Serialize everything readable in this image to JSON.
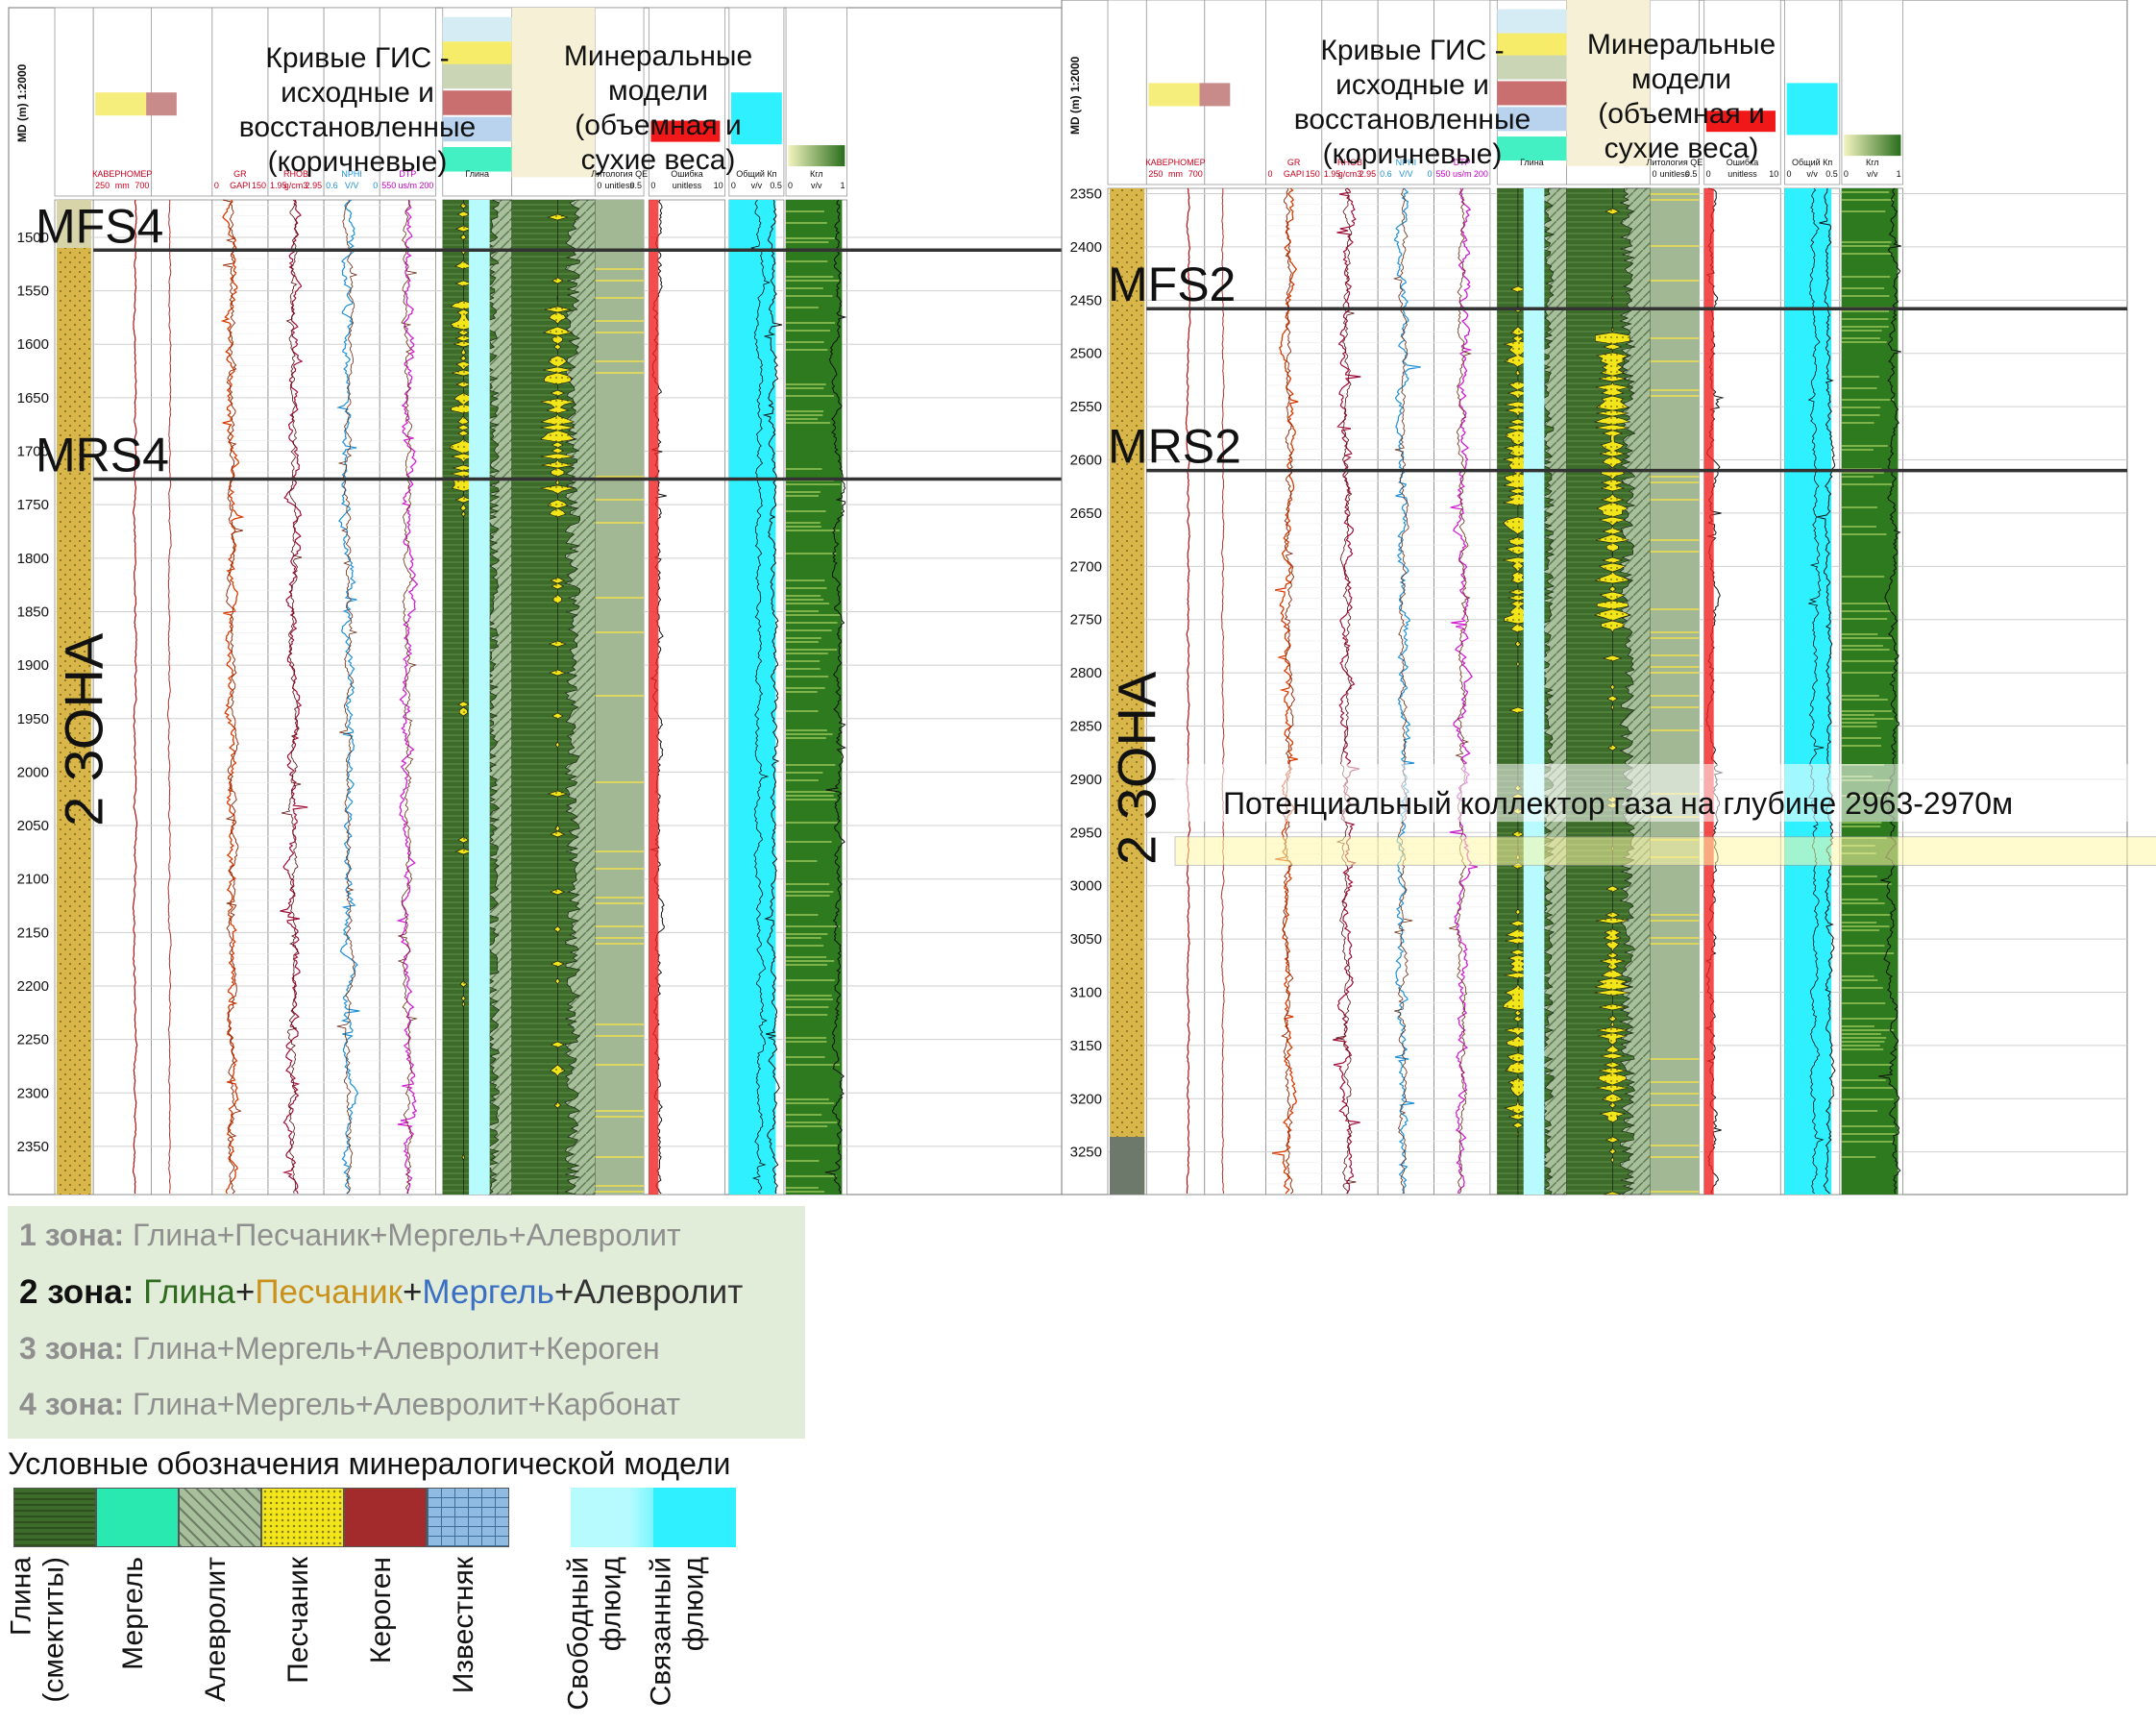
{
  "chart_data": {
    "type": "line",
    "panels": [
      {
        "id": "left",
        "depth_axis_label": "MD (m) 1:2000",
        "depth_ticks": [
          1500,
          1550,
          1600,
          1650,
          1700,
          1750,
          1800,
          1850,
          1900,
          1950,
          2000,
          2050,
          2100,
          2150,
          2200,
          2250,
          2300,
          2350
        ],
        "depth_range": [
          1465,
          2395
        ],
        "title_logs": "Кривые ГИС - исходные и восстановленные (коричневые)",
        "title_minerals": "Минеральные модели (объемная и сухие веса)",
        "markers": [
          {
            "name": "MFS4",
            "depth": 1512
          },
          {
            "name": "MRS4",
            "depth": 1726
          }
        ],
        "zone_label": "2 ЗОНА",
        "tracks": [
          {
            "header": "КАВЕРНОМЕР",
            "unit": "mm",
            "scale": [
              "250",
              "700"
            ]
          },
          {
            "header": "GR",
            "unit": "GAPI",
            "scale": [
              "0",
              "150"
            ]
          },
          {
            "header": "RHOB",
            "unit": "g/cm3",
            "scale": [
              "1.95",
              "2.95"
            ]
          },
          {
            "header": "NPHI",
            "unit": "V/V",
            "scale": [
              "0.6",
              "0"
            ]
          },
          {
            "header": "DTP",
            "unit": "us/m",
            "scale": [
              "550",
              "200"
            ]
          },
          {
            "header": "Глина",
            "unit": "",
            "scale": [
              "",
              ""
            ]
          },
          {
            "header": "Литология QE",
            "unit": "unitless",
            "scale": [
              "0",
              "0.5"
            ]
          },
          {
            "header": "Ошибка",
            "unit": "unitless",
            "scale": [
              "0",
              "10"
            ]
          },
          {
            "header": "Общий Кп",
            "unit": "v/v",
            "scale": [
              "0",
              "0.5"
            ]
          },
          {
            "header": "Кгл",
            "unit": "v/v",
            "scale": [
              "0",
              "1"
            ]
          }
        ]
      },
      {
        "id": "right",
        "depth_axis_label": "MD (m) 1:2000",
        "depth_ticks": [
          2350,
          2400,
          2450,
          2500,
          2550,
          2600,
          2650,
          2700,
          2750,
          2800,
          2850,
          2900,
          2950,
          3000,
          3050,
          3100,
          3150,
          3200,
          3250
        ],
        "depth_range": [
          2345,
          3290
        ],
        "title_logs": "Кривые ГИС - исходные и восстановленные (коричневые)",
        "title_minerals": "Минеральные модели (объемная и сухие веса)",
        "markers": [
          {
            "name": "MFS2",
            "depth": 2458
          },
          {
            "name": "MRS2",
            "depth": 2610
          }
        ],
        "zone_label": "2 ЗОНА",
        "annotation": {
          "text": "Потенциальный коллектор газа на глубине 2963-2970м",
          "depth_from": 2963,
          "depth_to": 2970
        },
        "tracks": [
          {
            "header": "КАВЕРНОМЕР",
            "unit": "mm",
            "scale": [
              "250",
              "700"
            ]
          },
          {
            "header": "GR",
            "unit": "GAPI",
            "scale": [
              "0",
              "150"
            ]
          },
          {
            "header": "RHOB",
            "unit": "g/cm3",
            "scale": [
              "1.95",
              "2.95"
            ]
          },
          {
            "header": "NPHI",
            "unit": "V/V",
            "scale": [
              "0.6",
              "0"
            ]
          },
          {
            "header": "DTP",
            "unit": "us/m",
            "scale": [
              "550",
              "200"
            ]
          },
          {
            "header": "Глина",
            "unit": "",
            "scale": [
              "",
              ""
            ]
          },
          {
            "header": "Литология QE",
            "unit": "unitless",
            "scale": [
              "0",
              "0.5"
            ]
          },
          {
            "header": "Ошибка",
            "unit": "unitless",
            "scale": [
              "0",
              "10"
            ]
          },
          {
            "header": "Общий Кп",
            "unit": "v/v",
            "scale": [
              "0",
              "0.5"
            ]
          },
          {
            "header": "Кгл",
            "unit": "v/v",
            "scale": [
              "0",
              "1"
            ]
          }
        ]
      }
    ]
  },
  "zones": [
    {
      "label": "1 зона:",
      "text": "Глина+Песчаник+Мергель+Алевролит",
      "highlight": false
    },
    {
      "label": "2 зона:",
      "parts": [
        {
          "text": "Глина",
          "color": "#2e6b1e"
        },
        {
          "text": "+",
          "color": "#222222"
        },
        {
          "text": "Песчаник",
          "color": "#c9901a"
        },
        {
          "text": "+",
          "color": "#222222"
        },
        {
          "text": "Мергель",
          "color": "#3a6fc4"
        },
        {
          "text": "+Алевролит",
          "color": "#333333"
        }
      ],
      "highlight": true
    },
    {
      "label": "3 зона:",
      "text": "Глина+Мергель+Алевролит+Кероген",
      "highlight": false
    },
    {
      "label": "4 зона:",
      "text": "Глина+Мергель+Алевролит+Карбонат",
      "highlight": false
    }
  ],
  "legend": {
    "title": "Условные обозначения минералогической модели",
    "items": [
      {
        "label": "Глина (смектиты)",
        "color": "#3d6b2a"
      },
      {
        "label": "Мергель",
        "color": "#29e8b0"
      },
      {
        "label": "Алевролит",
        "color": "#a7bf9a"
      },
      {
        "label": "Песчаник",
        "color": "#f2e61a"
      },
      {
        "label": "Кероген",
        "color": "#a32b2b"
      },
      {
        "label": "Известняк",
        "color": "#8fbbe3"
      },
      {
        "label": "Свободный флюид",
        "color": "#b8fbff"
      },
      {
        "label": "Связанный флюид",
        "color": "#2ff0ff"
      }
    ]
  }
}
